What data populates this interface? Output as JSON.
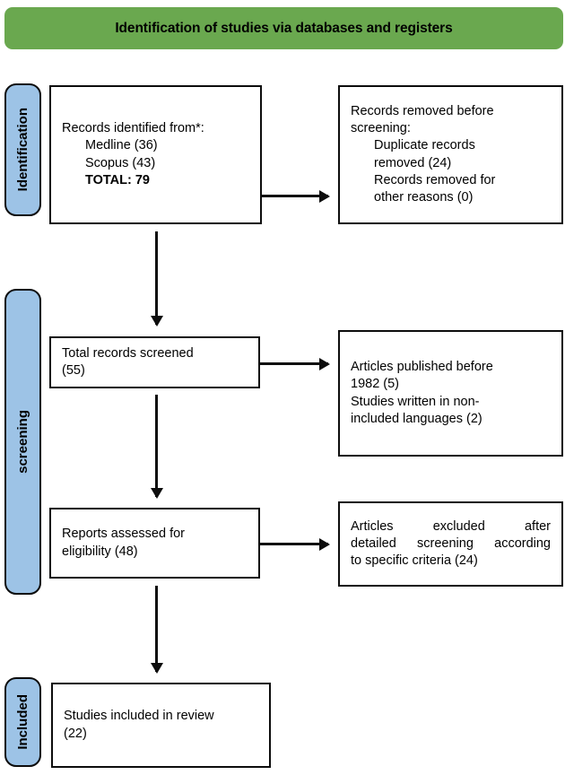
{
  "header": {
    "title": "Identification of studies via databases and registers",
    "background_color": "#6aa84f"
  },
  "stages": {
    "identification_label": "Identification",
    "screening_label": "screening",
    "included_label": "Included",
    "pill_color": "#9dc3e6"
  },
  "boxes": {
    "identified": {
      "line1": "Records identified from*:",
      "line2": "Medline (36)",
      "line3": "Scopus (43)",
      "line4": "TOTAL: 79"
    },
    "removed_before_screening": {
      "line1": "Records removed before",
      "line2": "screening:",
      "line3": "Duplicate records",
      "line4": "removed (24)",
      "line5": "Records removed for",
      "line6": "other reasons (0)"
    },
    "screened": {
      "line1": "Total records screened",
      "line2": "(55)"
    },
    "excluded_pre": {
      "line1": "Articles published before",
      "line2": "1982 (5)",
      "line3": "Studies written in non-",
      "line4": "included languages (2)"
    },
    "eligibility": {
      "line1": "Reports assessed for",
      "line2": "eligibility (48)"
    },
    "excluded_detail": {
      "line1": "Articles excluded after",
      "line2": "detailed screening according",
      "line3": "to specific criteria (24)"
    },
    "included": {
      "line1": "Studies included in review",
      "line2": "(22)"
    }
  },
  "flow": {
    "arrow_color": "#0d0d0d",
    "arrow_identified_to_removed": "arrow-right",
    "arrow_identified_to_screened": "arrow-down",
    "arrow_screened_to_excluded": "arrow-right",
    "arrow_screened_to_eligibility": "arrow-down",
    "arrow_eligibility_to_excluded": "arrow-right",
    "arrow_eligibility_to_included": "arrow-down"
  }
}
